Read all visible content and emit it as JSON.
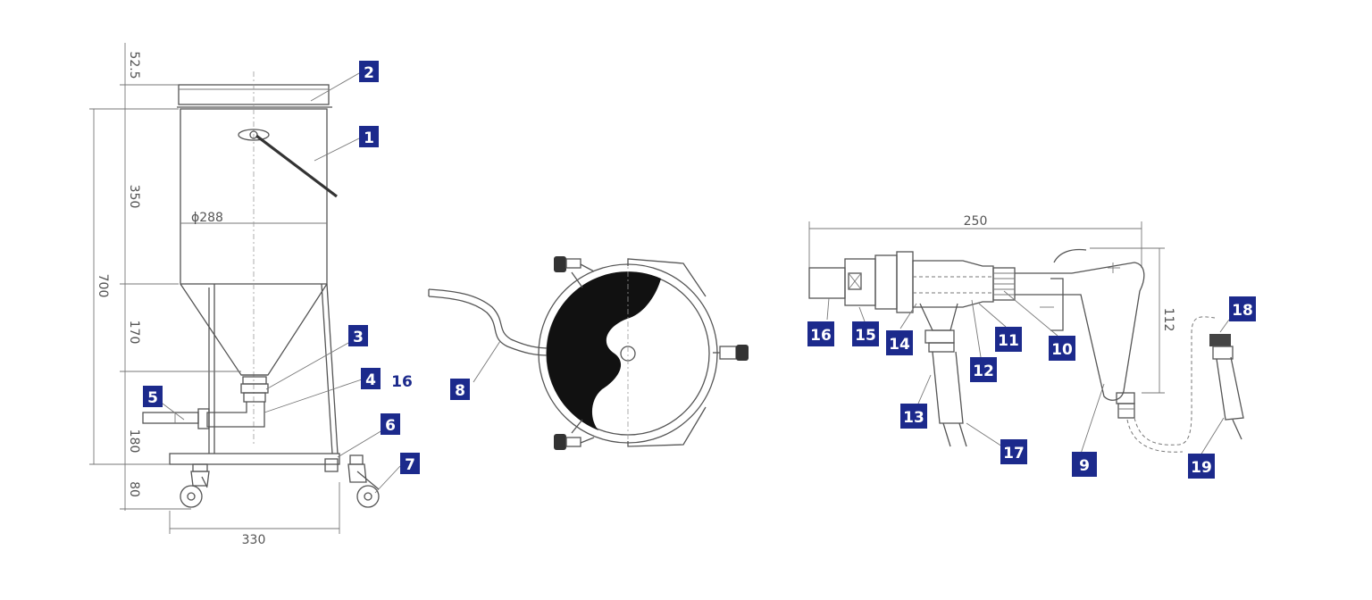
{
  "dimensions": {
    "top_cap": "52.5",
    "body_height": "350",
    "total_height": "700",
    "cone_height": "170",
    "base_height": "180",
    "wheel_height": "80",
    "diameter": "ϕ288",
    "base_width": "330",
    "gun_length": "250",
    "gun_height": "112"
  },
  "labels": [
    "1",
    "2",
    "3",
    "4",
    "5",
    "6",
    "7",
    "8",
    "9",
    "10",
    "11",
    "12",
    "13",
    "14",
    "15",
    "16",
    "17",
    "18",
    "19"
  ],
  "plain_label": "16",
  "colors": {
    "badge": "#1c2a8c",
    "line": "#555555"
  }
}
